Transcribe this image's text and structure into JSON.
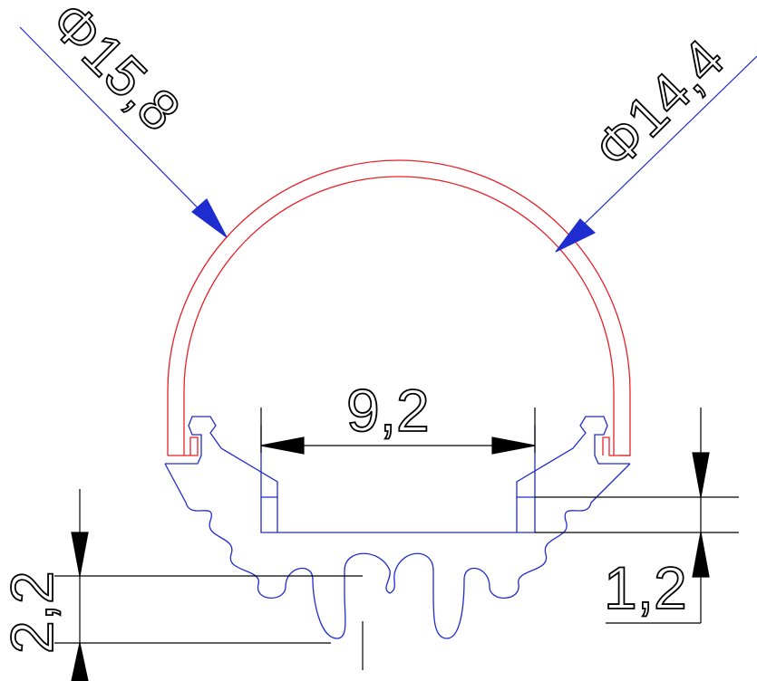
{
  "diagram": {
    "dimensions": {
      "outer_diameter": "Φ15,8",
      "inner_diameter": "Φ14,4",
      "inner_width": "9,2",
      "base_thickness": "1,2",
      "fin_height": "2,2"
    },
    "colors": {
      "diffuser": "#e8212a",
      "profile": "#1f2ccf",
      "leader": "#1f2ccf",
      "dimension": "#000000",
      "background": "#ffffff"
    }
  }
}
